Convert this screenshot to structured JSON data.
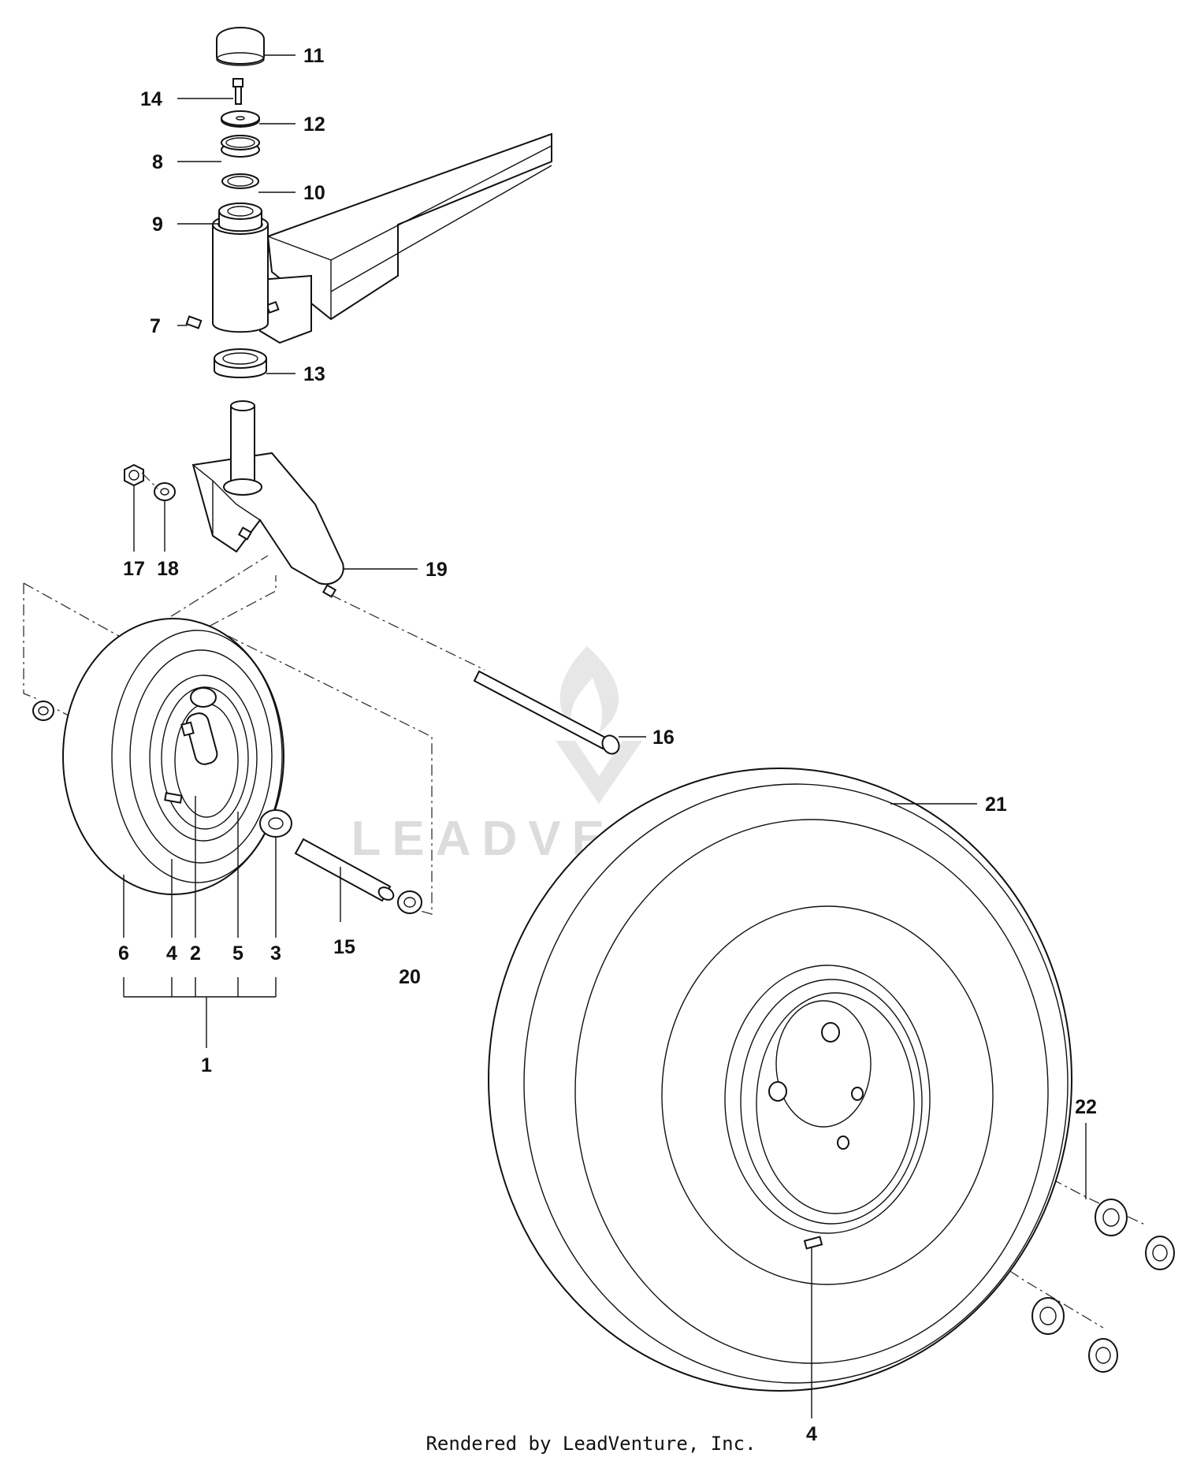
{
  "diagram": {
    "watermark_text": "LEADVENTURE",
    "footer": "Rendered by LeadVenture, Inc.",
    "callouts": [
      {
        "id": "c11",
        "label": "11"
      },
      {
        "id": "c14",
        "label": "14"
      },
      {
        "id": "c12",
        "label": "12"
      },
      {
        "id": "c8",
        "label": "8"
      },
      {
        "id": "c10",
        "label": "10"
      },
      {
        "id": "c9",
        "label": "9"
      },
      {
        "id": "c7",
        "label": "7"
      },
      {
        "id": "c13",
        "label": "13"
      },
      {
        "id": "c17",
        "label": "17"
      },
      {
        "id": "c18",
        "label": "18"
      },
      {
        "id": "c19",
        "label": "19"
      },
      {
        "id": "c16",
        "label": "16"
      },
      {
        "id": "c21",
        "label": "21"
      },
      {
        "id": "c6",
        "label": "6"
      },
      {
        "id": "c4a",
        "label": "4"
      },
      {
        "id": "c2",
        "label": "2"
      },
      {
        "id": "c5",
        "label": "5"
      },
      {
        "id": "c3",
        "label": "3"
      },
      {
        "id": "c15",
        "label": "15"
      },
      {
        "id": "c20",
        "label": "20"
      },
      {
        "id": "c1",
        "label": "1"
      },
      {
        "id": "c22",
        "label": "22"
      },
      {
        "id": "c4b",
        "label": "4"
      }
    ]
  }
}
